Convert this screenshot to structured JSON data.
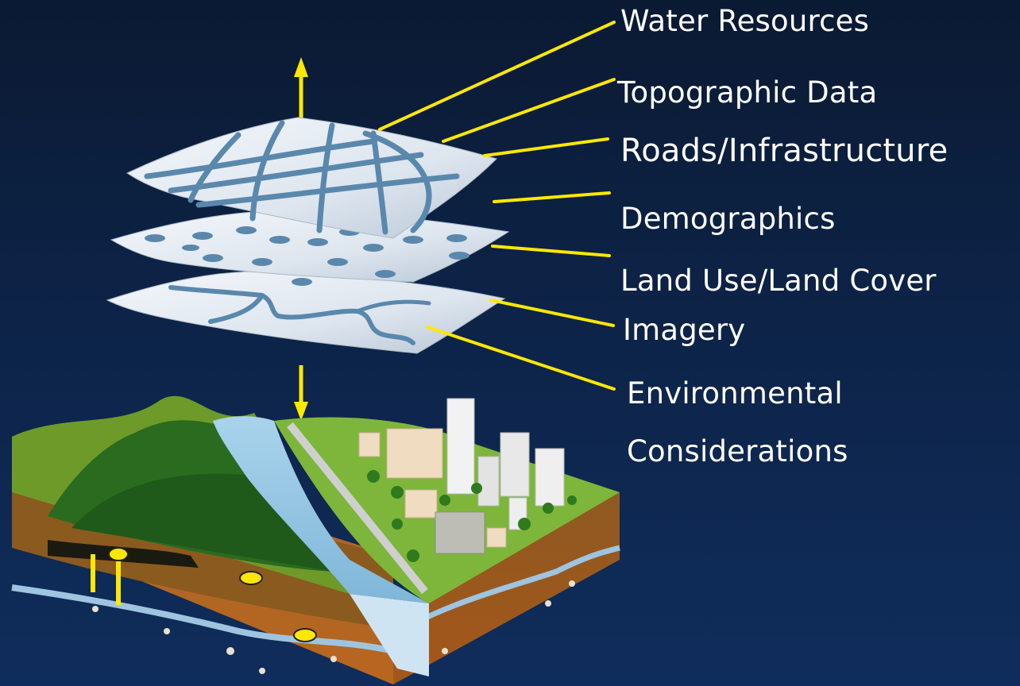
{
  "layers": [
    {
      "label": "Water Resources"
    },
    {
      "label": "Topographic Data"
    },
    {
      "label": "Roads/Infrastructure"
    },
    {
      "label": "Demographics"
    },
    {
      "label": "Land Use/Land Cover"
    },
    {
      "label": "Imagery"
    },
    {
      "label": "Environmental"
    },
    {
      "label": "Considerations"
    }
  ],
  "colors": {
    "background_top": "#0b1a33",
    "background_bottom": "#0f2d5c",
    "leader_line": "#ffe800",
    "arrow": "#ffe800",
    "sheet": "#e6ecf3",
    "sheet_feature": "#5a88ad",
    "label_text": "#ffffff"
  }
}
